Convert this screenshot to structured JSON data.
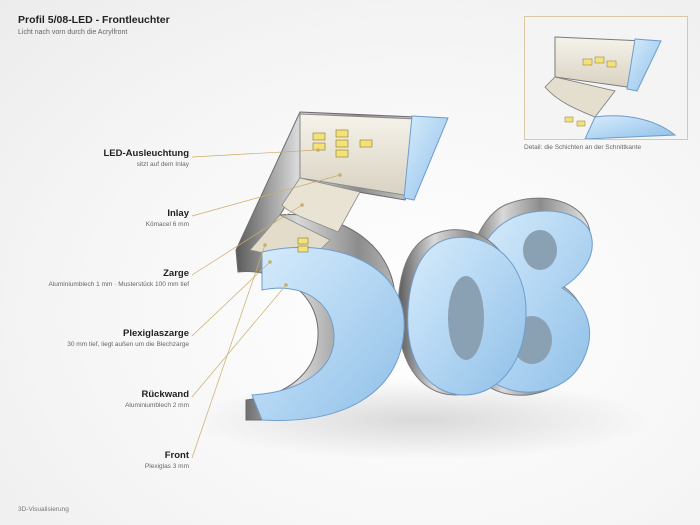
{
  "header": {
    "title": "Profil 5/08-LED - Frontleuchter",
    "subtitle": "Licht nach vorn durch die Acrylfront"
  },
  "labels": [
    {
      "title": "LED-Ausleuchtung",
      "sub": "sitzt auf dem Inlay"
    },
    {
      "title": "Inlay",
      "sub": "Kömacel 6 mm"
    },
    {
      "title": "Zarge",
      "sub": "Aluminiumblech 1 mm · Musterstück 100 mm tief"
    },
    {
      "title": "Plexiglaszarge",
      "sub": "30 mm tief, liegt außen um die Blechzarge"
    },
    {
      "title": "Rückwand",
      "sub": "Aluminiumblech 2 mm"
    },
    {
      "title": "Front",
      "sub": "Plexiglas 3 mm"
    }
  ],
  "detail": {
    "caption": "Detail: die Schichten an der Schnittkante"
  },
  "footer": {
    "note": "3D-Visualisierung"
  },
  "colors": {
    "leader_line": "#c9ad6a",
    "acrylic_front": "#b9daf5",
    "aluminium": "#b8b8b8",
    "led": "#f3e27a"
  }
}
